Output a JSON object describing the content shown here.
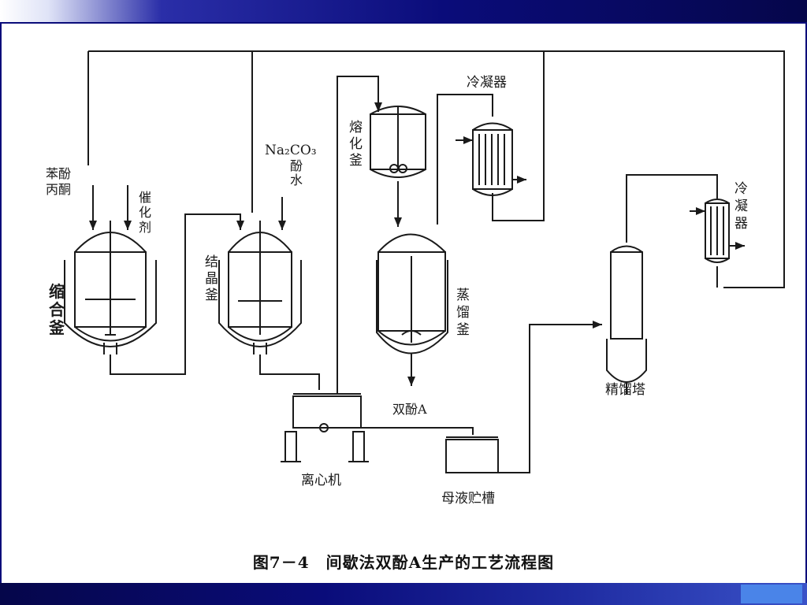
{
  "labels": {
    "feed": "苯酚\n丙酮",
    "catalyst": "催\n化\n剂",
    "condensation_kettle": "缩\n合\n釜",
    "na2co3": "Na₂CO₃",
    "water": "酚\n水",
    "crystallizer": "结\n晶\n釜",
    "melting_kettle": "熔\n化\n釜",
    "condenser_1": "冷凝器",
    "distillation_kettle": "蒸\n馏\n釜",
    "bpa": "双酚A",
    "condenser_2": "冷\n凝\n器",
    "column": "精馏塔",
    "centrifuge": "离心机",
    "mother_tank": "母液贮槽"
  },
  "caption": "图7－4　间歇法双酚A生产的工艺流程图",
  "colors": {
    "line": "#1a1a1a",
    "topbar": "#0a0c7a",
    "accent": "#4a84e8"
  }
}
